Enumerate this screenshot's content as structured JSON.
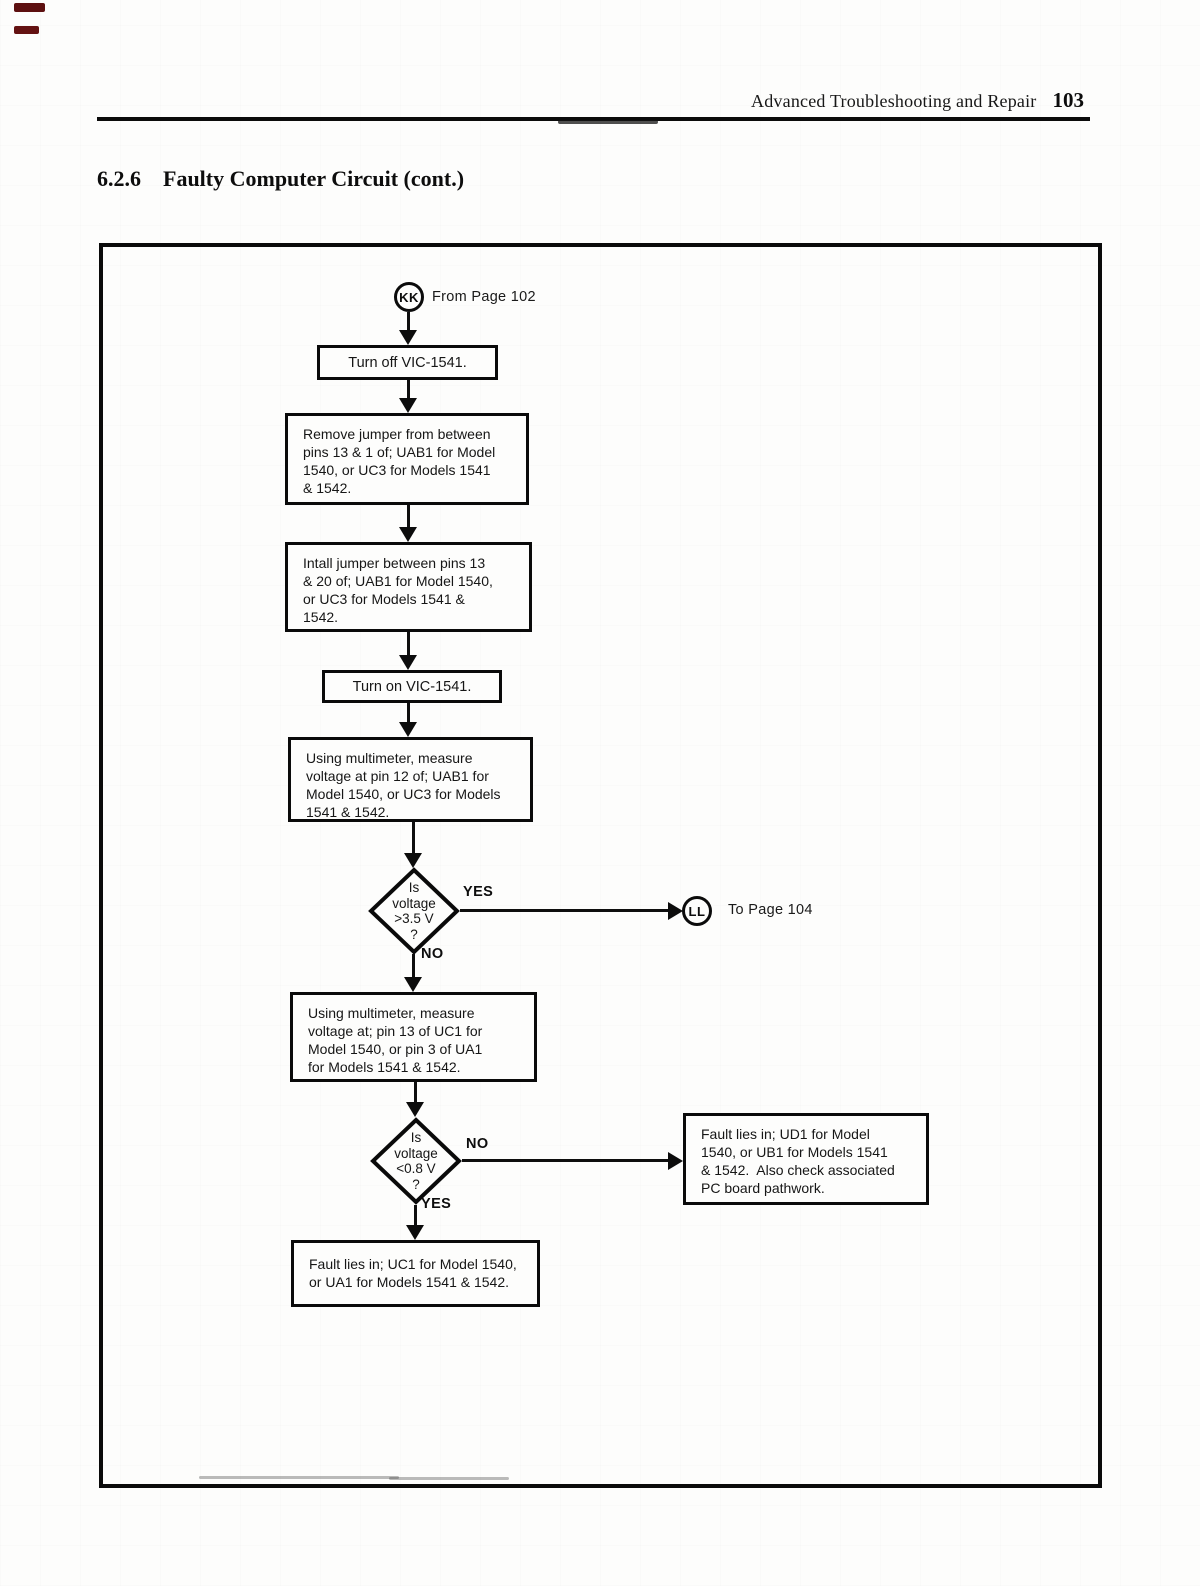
{
  "colors": {
    "ink": "#0d0d0d",
    "artifact_red": "#5d1010"
  },
  "header": {
    "title": "Advanced Troubleshooting and Repair",
    "page_number": "103"
  },
  "section": {
    "number": "6.2.6",
    "title": "Faulty Computer Circuit (cont.)"
  },
  "flowchart": {
    "entry": {
      "label": "KK",
      "caption": "From Page 102"
    },
    "exit": {
      "label": "LL",
      "caption": "To Page 104"
    },
    "steps": {
      "turn_off": "Turn off VIC-1541.",
      "remove_jumper": "Remove jumper from between\npins 13 & 1 of; UAB1 for Model\n1540, or UC3 for Models 1541\n& 1542.",
      "install_jumper": "Intall jumper between pins 13\n& 20 of; UAB1 for Model 1540,\nor UC3 for Models 1541 &\n1542.",
      "turn_on": "Turn on VIC-1541.",
      "measure_pin12": "Using multimeter, measure\nvoltage at pin 12 of; UAB1 for\nModel 1540, or UC3 for Models\n1541 & 1542.",
      "measure_pin13": "Using multimeter, measure\nvoltage at; pin 13 of UC1 for\nModel 1540, or pin 3 of UA1\nfor Models 1541 & 1542.",
      "fault_ud1": "Fault lies in; UD1 for Model\n1540, or UB1 for Models 1541\n& 1542.  Also check associated\nPC board pathwork.",
      "fault_uc1": "Fault lies in; UC1 for Model 1540,\nor UA1 for Models 1541 & 1542."
    },
    "decisions": {
      "voltage_gt_3_5": {
        "question": "Is\nvoltage\n>3.5 V\n?",
        "yes": "YES",
        "no": "NO"
      },
      "voltage_lt_0_8": {
        "question": "Is\nvoltage\n<0.8 V\n?",
        "no": "NO",
        "yes": "YES"
      }
    }
  }
}
